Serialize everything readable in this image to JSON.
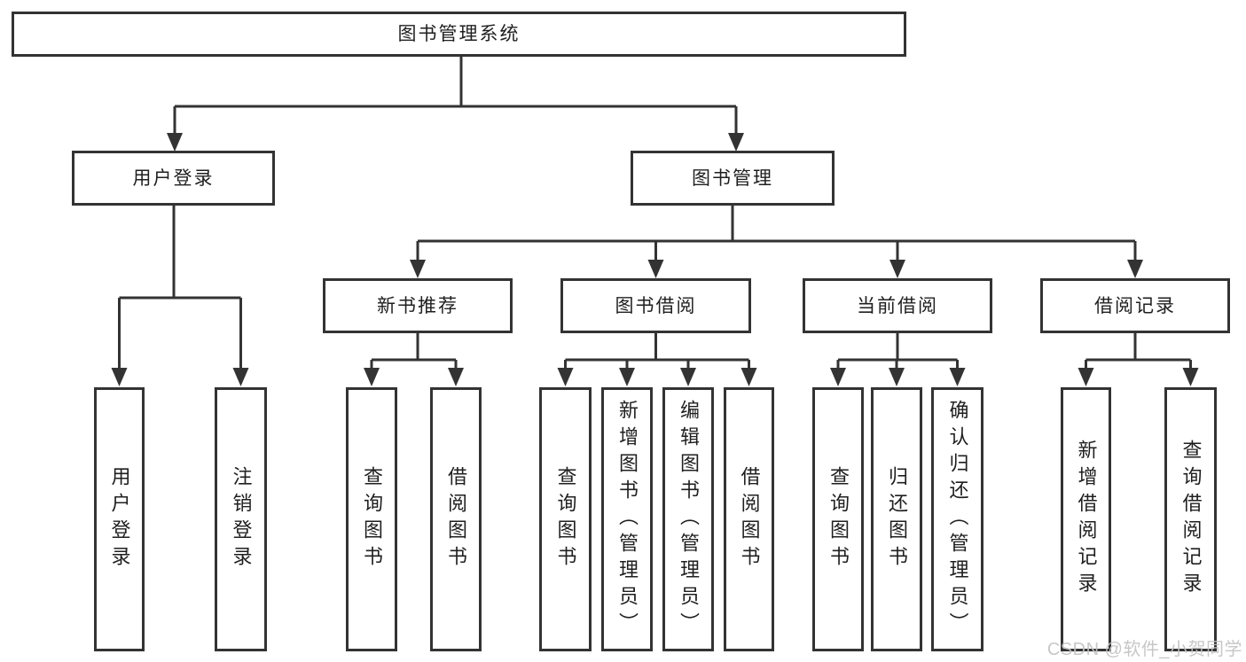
{
  "tree": {
    "root": {
      "label": "图书管理系统"
    },
    "branches": [
      {
        "label": "用户登录",
        "children": [
          {
            "label": "用户登录"
          },
          {
            "label": "注销登录"
          }
        ]
      },
      {
        "label": "图书管理",
        "children": [
          {
            "label": "新书推荐",
            "children": [
              {
                "label": "查询图书"
              },
              {
                "label": "借阅图书"
              }
            ]
          },
          {
            "label": "图书借阅",
            "children": [
              {
                "label": "查询图书"
              },
              {
                "label": "新增图书（管理员）"
              },
              {
                "label": "编辑图书（管理员）"
              },
              {
                "label": "借阅图书"
              }
            ]
          },
          {
            "label": "当前借阅",
            "children": [
              {
                "label": "查询图书"
              },
              {
                "label": "归还图书"
              },
              {
                "label": "确认归还（管理员）"
              }
            ]
          },
          {
            "label": "借阅记录",
            "children": [
              {
                "label": "新增借阅记录"
              },
              {
                "label": "查询借阅记录"
              }
            ]
          }
        ]
      }
    ]
  },
  "watermark": {
    "text": "CSDN @软件_小贺同学"
  },
  "colors": {
    "line": "#333333",
    "box_border": "#333333",
    "text": "#1f1f1f",
    "background": "#ffffff",
    "watermark": "#c2c2c2"
  }
}
